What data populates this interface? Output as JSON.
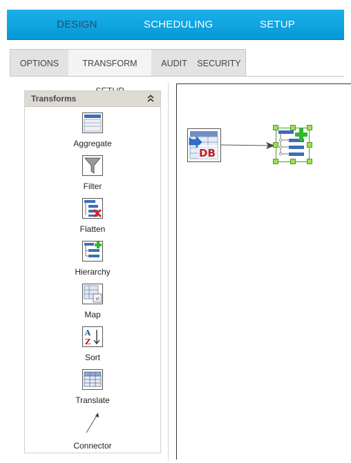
{
  "topnav": {
    "items": [
      {
        "label": "DESIGN",
        "color": "#2a4d6a"
      },
      {
        "label": "SCHEDULING",
        "color": "#ffffff"
      },
      {
        "label": "SETUP",
        "color": "#ffffff"
      }
    ]
  },
  "tabs": [
    {
      "label": "OPTIONS"
    },
    {
      "label": "TRANSFORM SETUP",
      "active": true
    },
    {
      "label": "AUDIT"
    },
    {
      "label": "SECURITY"
    }
  ],
  "transforms_panel": {
    "title": "Transforms",
    "tools": [
      {
        "label": "Aggregate",
        "icon": "aggregate-icon"
      },
      {
        "label": "Filter",
        "icon": "filter-icon"
      },
      {
        "label": "Flatten",
        "icon": "flatten-icon"
      },
      {
        "label": "Hierarchy",
        "icon": "hierarchy-icon"
      },
      {
        "label": "Map",
        "icon": "map-icon"
      },
      {
        "label": "Sort",
        "icon": "sort-icon"
      },
      {
        "label": "Translate",
        "icon": "translate-icon"
      },
      {
        "label": "Connector",
        "icon": "connector-icon"
      }
    ]
  },
  "canvas": {
    "source_node_text": "DB"
  },
  "colors": {
    "topbar": "#0ba3e0",
    "selection_handle": "#9be24a",
    "db_red": "#c21f1f"
  }
}
